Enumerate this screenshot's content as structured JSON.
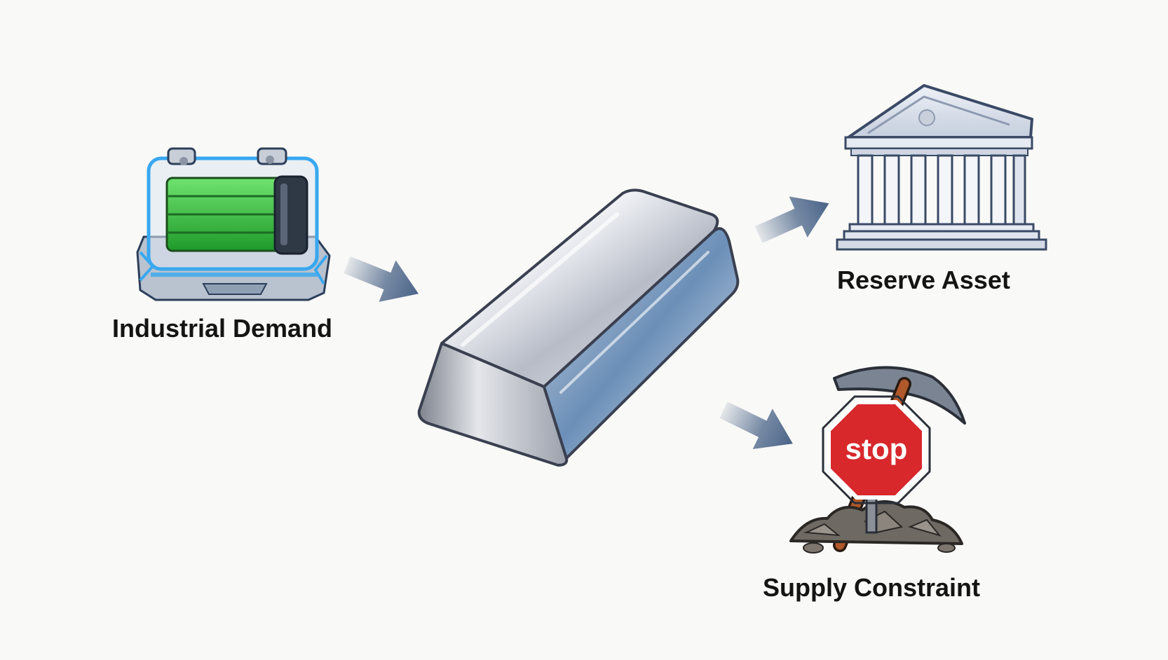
{
  "nodes": {
    "industrial": {
      "label": "Industrial Demand",
      "icon": "battery-icon"
    },
    "center": {
      "icon": "silver-bar-icon"
    },
    "reserve": {
      "label": "Reserve Asset",
      "icon": "bank-building-icon"
    },
    "supply": {
      "label": "Supply Constraint",
      "icon": "stop-sign-pickaxe-icon",
      "sign_text": "stop"
    }
  },
  "colors": {
    "arrow": "#4a6488",
    "battery_cells": "#3cc43c",
    "battery_glow": "#38a8f0",
    "stop_sign": "#d8282c",
    "silver": "#c4c8d0",
    "building": "#dfe4ee",
    "background": "#f9f9f7"
  }
}
